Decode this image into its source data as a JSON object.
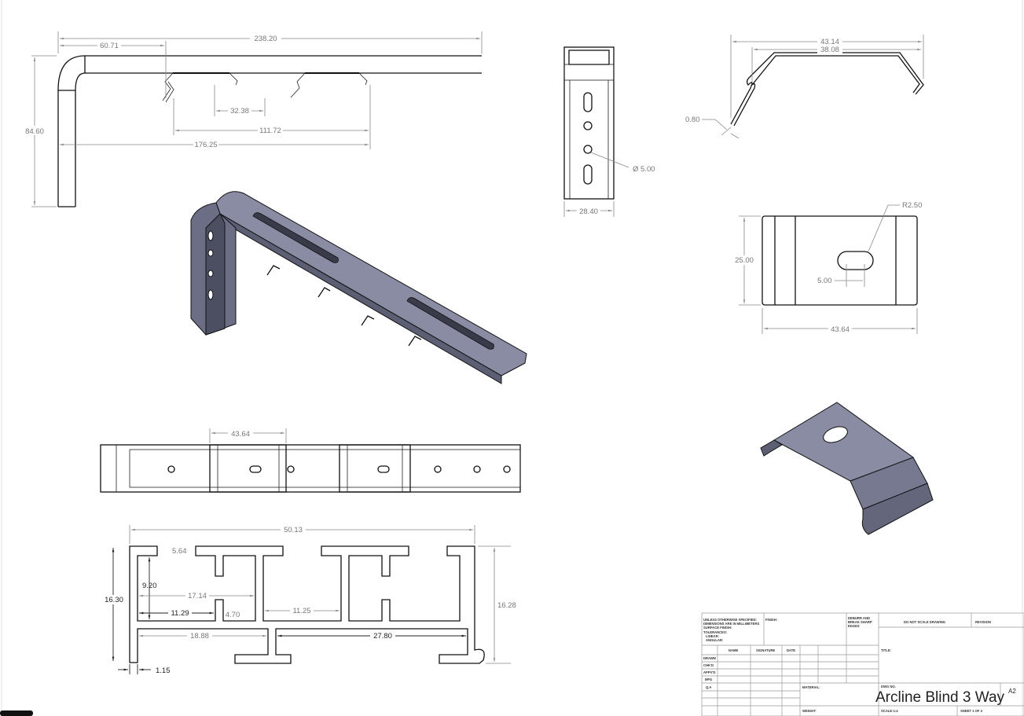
{
  "side_view": {
    "overall_length": "238.20",
    "bend_offset": "60.71",
    "height": "84.60",
    "clip_spacing": "32.38",
    "clip_span": "111.72",
    "clip_extent": "176.25"
  },
  "front_view": {
    "width": "28.40",
    "hole_dia": "Ø 5.00"
  },
  "clip_profile": {
    "outer_width": "43.14",
    "inner_width": "38.08",
    "thickness": "0.80"
  },
  "clip_top": {
    "height": "25.00",
    "width": "43.64",
    "slot_radius": "R2.50",
    "slot_length": "5.00"
  },
  "bottom_view": {
    "clip_width": "43.64"
  },
  "section": {
    "overall": "50.13",
    "lip": "5.64",
    "depth": "9.20",
    "chamber": "17.14",
    "left_gap": "11.29",
    "stem_gap": "4.70",
    "mid_gap": "11.25",
    "lower_left": "18.88",
    "lower_right": "27.80",
    "height_left": "16.30",
    "height_right": "16.28",
    "wall": "1.15"
  },
  "title_block": {
    "tolerance_note": [
      "UNLESS OTHERWISE SPECIFIED:",
      "DIMENSIONS ARE IN MILLIMETERS",
      "SURFACE FINISH:",
      "TOLERANCES:",
      "LINEAR:",
      "ANGULAR:"
    ],
    "finish": "FINISH:",
    "deburr": [
      "DEBURR AND",
      "BREAK SHARP",
      "EDGES"
    ],
    "do_not_scale": "DO NOT SCALE DRAWING",
    "revision": "REVISION",
    "columns": [
      "NAME",
      "SIGNATURE",
      "DATE"
    ],
    "rows": [
      "DRAWN",
      "CHK'D",
      "APPV'D",
      "MFG",
      "Q.A"
    ],
    "title_label": "TITLE:",
    "material": "MATERIAL:",
    "weight": "WEIGHT:",
    "dwg_no": "DWG NO.",
    "drawing_title": "Arcline Blind 3 Way",
    "size": "A2",
    "scale": "SCALE:1:4",
    "sheet": "SHEET 1 OF 3"
  }
}
